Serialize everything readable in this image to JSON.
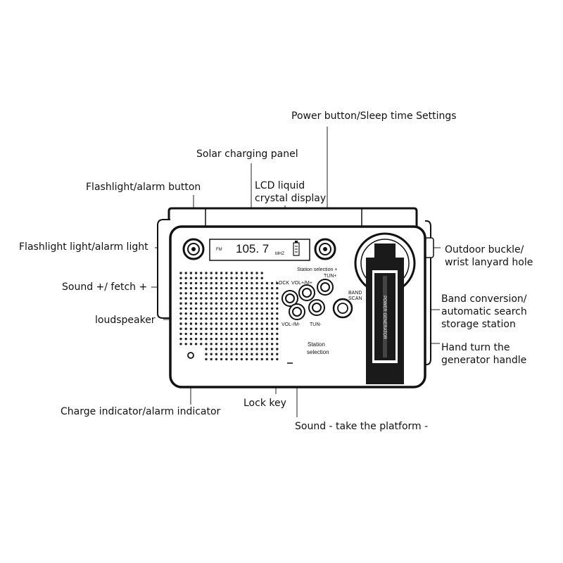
{
  "callouts": {
    "power": "Power button/Sleep time Settings",
    "solar": "Solar charging panel",
    "flash_button": "Flashlight/alarm button",
    "lcd_line1": "LCD liquid",
    "lcd_line2": "crystal display",
    "flash_light": "Flashlight light/alarm light",
    "buckle_line1": "Outdoor buckle/",
    "buckle_line2": "wrist lanyard hole",
    "sound_up": "Sound +/ fetch +",
    "band_line1": "Band conversion/",
    "band_line2": "automatic search",
    "band_line3": "storage station",
    "speaker": "loudspeaker",
    "hand_line1": "Hand turn the",
    "hand_line2": "generator handle",
    "charge": "Charge indicator/alarm indicator",
    "lock": "Lock key",
    "sound_down": "Sound - take the platform -"
  },
  "device": {
    "lcd_band": "FM",
    "lcd_freq": "105. 7",
    "lcd_unit": "MHZ",
    "station_plus": "Station selection +",
    "tun_plus": "TUN+",
    "lock_label": "LOCK",
    "vol_plus": "VOL+/M+",
    "band_label_1": "BAND",
    "band_label_2": "SCAN",
    "vol_minus": "VOL-/M-",
    "tun_minus": "TUN-",
    "station_sel_1": "Station",
    "station_sel_2": "selection",
    "handle_text": "POWER GENERATOR"
  }
}
